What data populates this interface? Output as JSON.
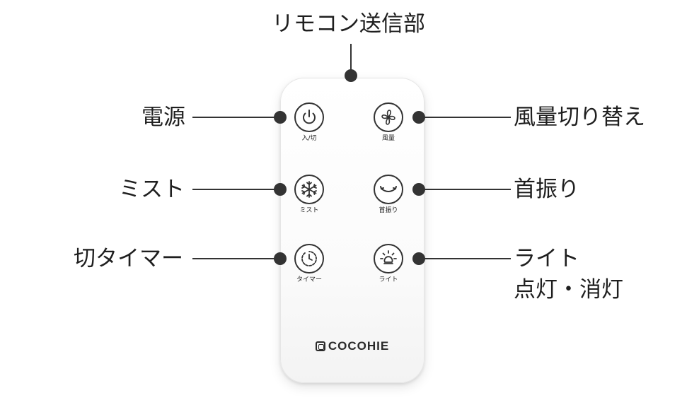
{
  "labels": {
    "transmitter": "リモコン送信部",
    "power": "電源",
    "fan_speed": "風量切り替え",
    "mist": "ミスト",
    "swing": "首振り",
    "timer": "切タイマー",
    "light_line1": "ライト",
    "light_line2": "点灯・消灯"
  },
  "remote": {
    "buttons": {
      "power_caption": "入/切",
      "fan_caption": "風量",
      "mist_caption": "ミスト",
      "swing_caption": "首振り",
      "timer_caption": "タイマー",
      "light_caption": "ライト"
    },
    "brand": "COCOHIE"
  },
  "colors": {
    "line": "#333333",
    "text": "#1f1f1f",
    "remote_body": "#fbfbfb"
  },
  "icons": {
    "power": "power-icon",
    "fan": "fan-icon",
    "mist": "snowflake-icon",
    "swing": "swing-icon",
    "timer": "timer-icon",
    "light": "light-icon"
  }
}
